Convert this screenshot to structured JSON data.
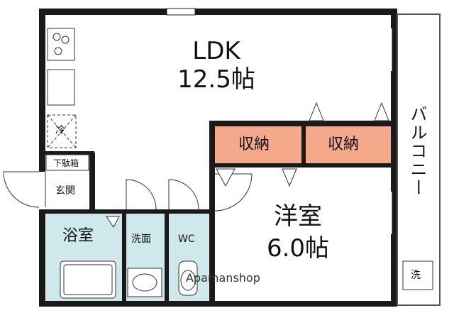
{
  "rooms": {
    "ldk_name": "LDK",
    "ldk_size": "12.5帖",
    "storage_1": "収納",
    "storage_2": "収納",
    "western_name": "洋室",
    "western_size": "6.0帖",
    "bath": "浴室",
    "washroom": "洗面",
    "toilet": "WC",
    "entrance": "玄関",
    "shoe_box": "下駄箱",
    "fridge": "冷",
    "balcony": "バルコニー",
    "laundry": "洗"
  },
  "watermark": "Apamanshop",
  "colors": {
    "wall": "#1a1a1a",
    "storage_fill": "#f4a98b",
    "bath_fill": "#cfe8ec",
    "floor_fill": "#ffffff"
  }
}
